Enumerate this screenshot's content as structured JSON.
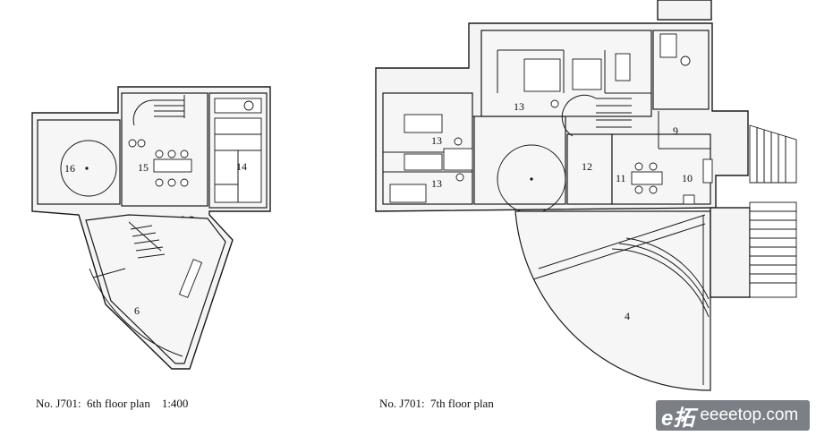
{
  "captions": {
    "sixth": "No. J701:  6th floor plan    1:400",
    "seventh": "No. J701:  7th floor plan"
  },
  "rooms_6th": {
    "r16": "16",
    "r15": "15",
    "r14": "14",
    "r6": "6"
  },
  "rooms_7th": {
    "r13a": "13",
    "r13b": "13",
    "r13c": "13",
    "r12": "12",
    "r11": "11",
    "r10": "10",
    "r9": "9",
    "r4": "4"
  },
  "watermark": {
    "logo": "e拓",
    "site": "eeeetop.com"
  }
}
